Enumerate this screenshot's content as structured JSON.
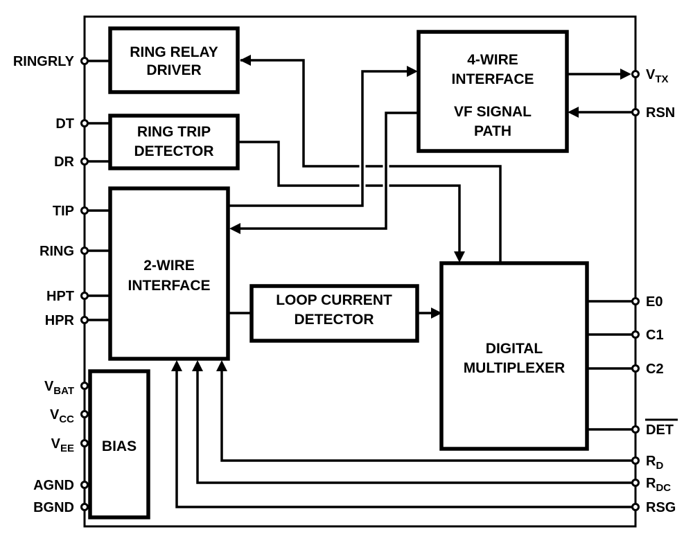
{
  "colors": {
    "ink": "#000000",
    "paper": "#ffffff"
  },
  "blocks": {
    "ring_relay_driver": {
      "lines": [
        "RING RELAY",
        "DRIVER"
      ]
    },
    "ring_trip_detector": {
      "lines": [
        "RING TRIP",
        "DETECTOR"
      ]
    },
    "two_wire_interface": {
      "lines": [
        "2-WIRE",
        "INTERFACE"
      ]
    },
    "loop_current_detector": {
      "lines": [
        "LOOP CURRENT",
        "DETECTOR"
      ]
    },
    "bias": {
      "lines": [
        "BIAS"
      ]
    },
    "four_wire_interface": {
      "lines": [
        "4-WIRE",
        "INTERFACE",
        "VF SIGNAL",
        "PATH"
      ]
    },
    "digital_multiplexer": {
      "lines": [
        "DIGITAL",
        "MULTIPLEXER"
      ]
    }
  },
  "left_pins": [
    {
      "label": "RINGRLY"
    },
    {
      "label": "DT"
    },
    {
      "label": "DR"
    },
    {
      "label": "TIP"
    },
    {
      "label": "RING"
    },
    {
      "label": "HPT"
    },
    {
      "label": "HPR"
    },
    {
      "label": "V",
      "sub": "BAT"
    },
    {
      "label": "V",
      "sub": "CC"
    },
    {
      "label": "V",
      "sub": "EE"
    },
    {
      "label": "AGND"
    },
    {
      "label": "BGND"
    }
  ],
  "right_pins": [
    {
      "label": "V",
      "sub": "TX"
    },
    {
      "label": "RSN"
    },
    {
      "label": "E0"
    },
    {
      "label": "C1"
    },
    {
      "label": "C2"
    },
    {
      "label": "DET",
      "overline": true
    },
    {
      "label": "R",
      "sub": "D"
    },
    {
      "label": "R",
      "sub": "DC"
    },
    {
      "label": "RSG"
    }
  ]
}
